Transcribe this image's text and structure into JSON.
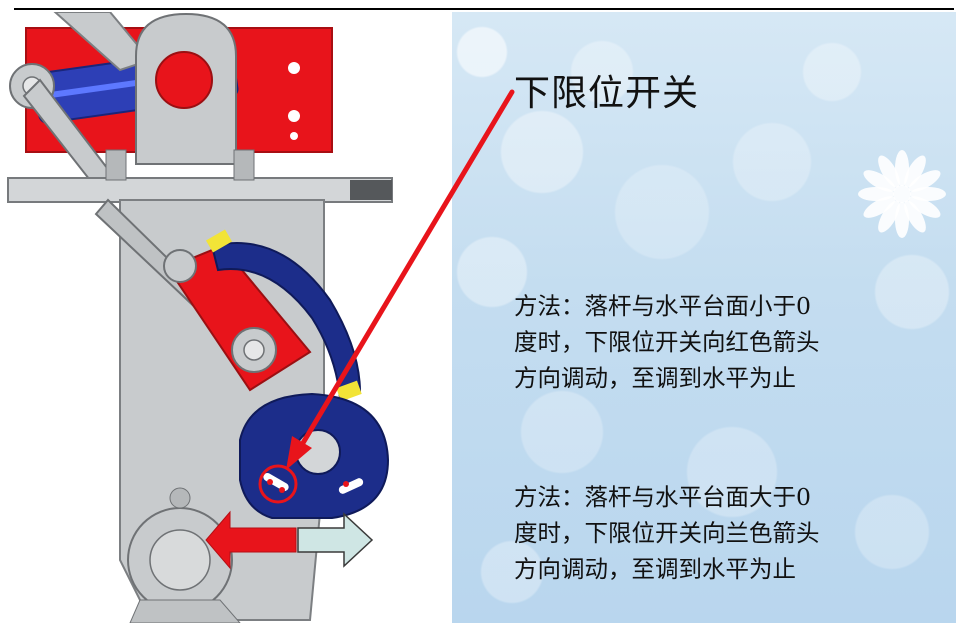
{
  "slide": {
    "heading": "下限位开关",
    "method_1": {
      "lines": [
        "方法：落杆与水平台面小于0",
        "度时，下限位开关向红色箭头",
        "方向调动，至调到水平为止"
      ]
    },
    "method_2": {
      "lines": [
        "方法：落杆与水平台面大于0",
        "度时，下限位开关向兰色箭头",
        "方向调动，至调到水平为止"
      ]
    }
  },
  "colors": {
    "red": "#e8141b",
    "blue": "#1c2d8a",
    "grey": "#c8cbcd",
    "teal_arrow": "#cfe6e4",
    "yellow": "#f2e437"
  },
  "icons": {
    "decoration": "flower-icon",
    "pointer": "red-arrow-icon",
    "left_arrow": "red-left-arrow-icon",
    "right_arrow": "teal-right-arrow-icon"
  }
}
